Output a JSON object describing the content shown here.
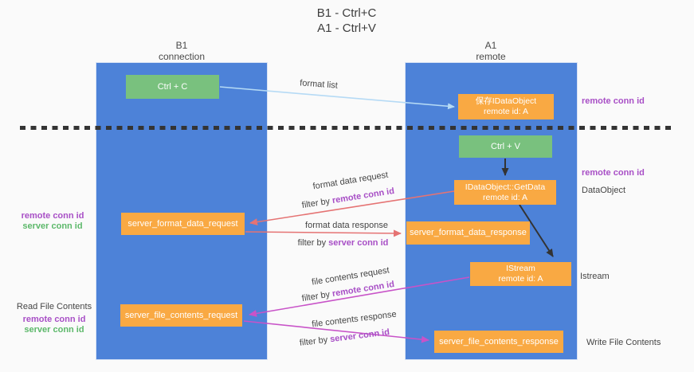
{
  "title": {
    "line1": "B1 - Ctrl+C",
    "line2": "A1 - Ctrl+V"
  },
  "columns": {
    "left": {
      "name": "B1",
      "subtitle": "connection"
    },
    "right": {
      "name": "A1",
      "subtitle": "remote"
    }
  },
  "nodes": {
    "ctrl_c": "Ctrl + C",
    "ctrl_v": "Ctrl + V",
    "save_idataobject": {
      "line1": "保存IDataObject",
      "line2": "remote id: A"
    },
    "idataobject_getdata": {
      "line1": "IDataObject::GetData",
      "line2": "remote id: A"
    },
    "istream_box": {
      "line1": "IStream",
      "line2": "remote id: A"
    },
    "server_format_data_request": "server_format_data_request",
    "server_format_data_response": "server_format_data_response",
    "server_file_contents_request": "server_file_contents_request",
    "server_file_contents_response": "server_file_contents_response"
  },
  "arrow_labels": {
    "format_list": "format list",
    "format_data_request": "format data request",
    "format_data_response": "format data response",
    "file_contents_request": "file contents request",
    "file_contents_response": "file contents response",
    "filter_by": "filter by ",
    "remote_conn_id": "remote conn id",
    "server_conn_id": "server conn id"
  },
  "side_labels": {
    "right_remote_conn_id_top": "remote conn id",
    "right_remote_conn_id_mid": "remote conn id",
    "dataobject": "DataObject",
    "istream": "Istream",
    "write_file_contents": "Write File Contents",
    "left_remote_conn_id_top": "remote conn id",
    "left_server_conn_id_top": "server conn id",
    "read_file_contents": "Read File Contents",
    "left_remote_conn_id_bottom": "remote conn id",
    "left_server_conn_id_bottom": "server conn id"
  },
  "colors": {
    "column_blue": "#4d82d8",
    "node_orange": "#f9a943",
    "node_green": "#79c17e",
    "arrow_light_blue": "#b5daf5",
    "arrow_red": "#e57373",
    "arrow_magenta": "#c853c8",
    "arrow_black": "#333333",
    "text_purple": "#a84fc6",
    "text_green": "#5cb86a",
    "background": "#fafafa"
  }
}
